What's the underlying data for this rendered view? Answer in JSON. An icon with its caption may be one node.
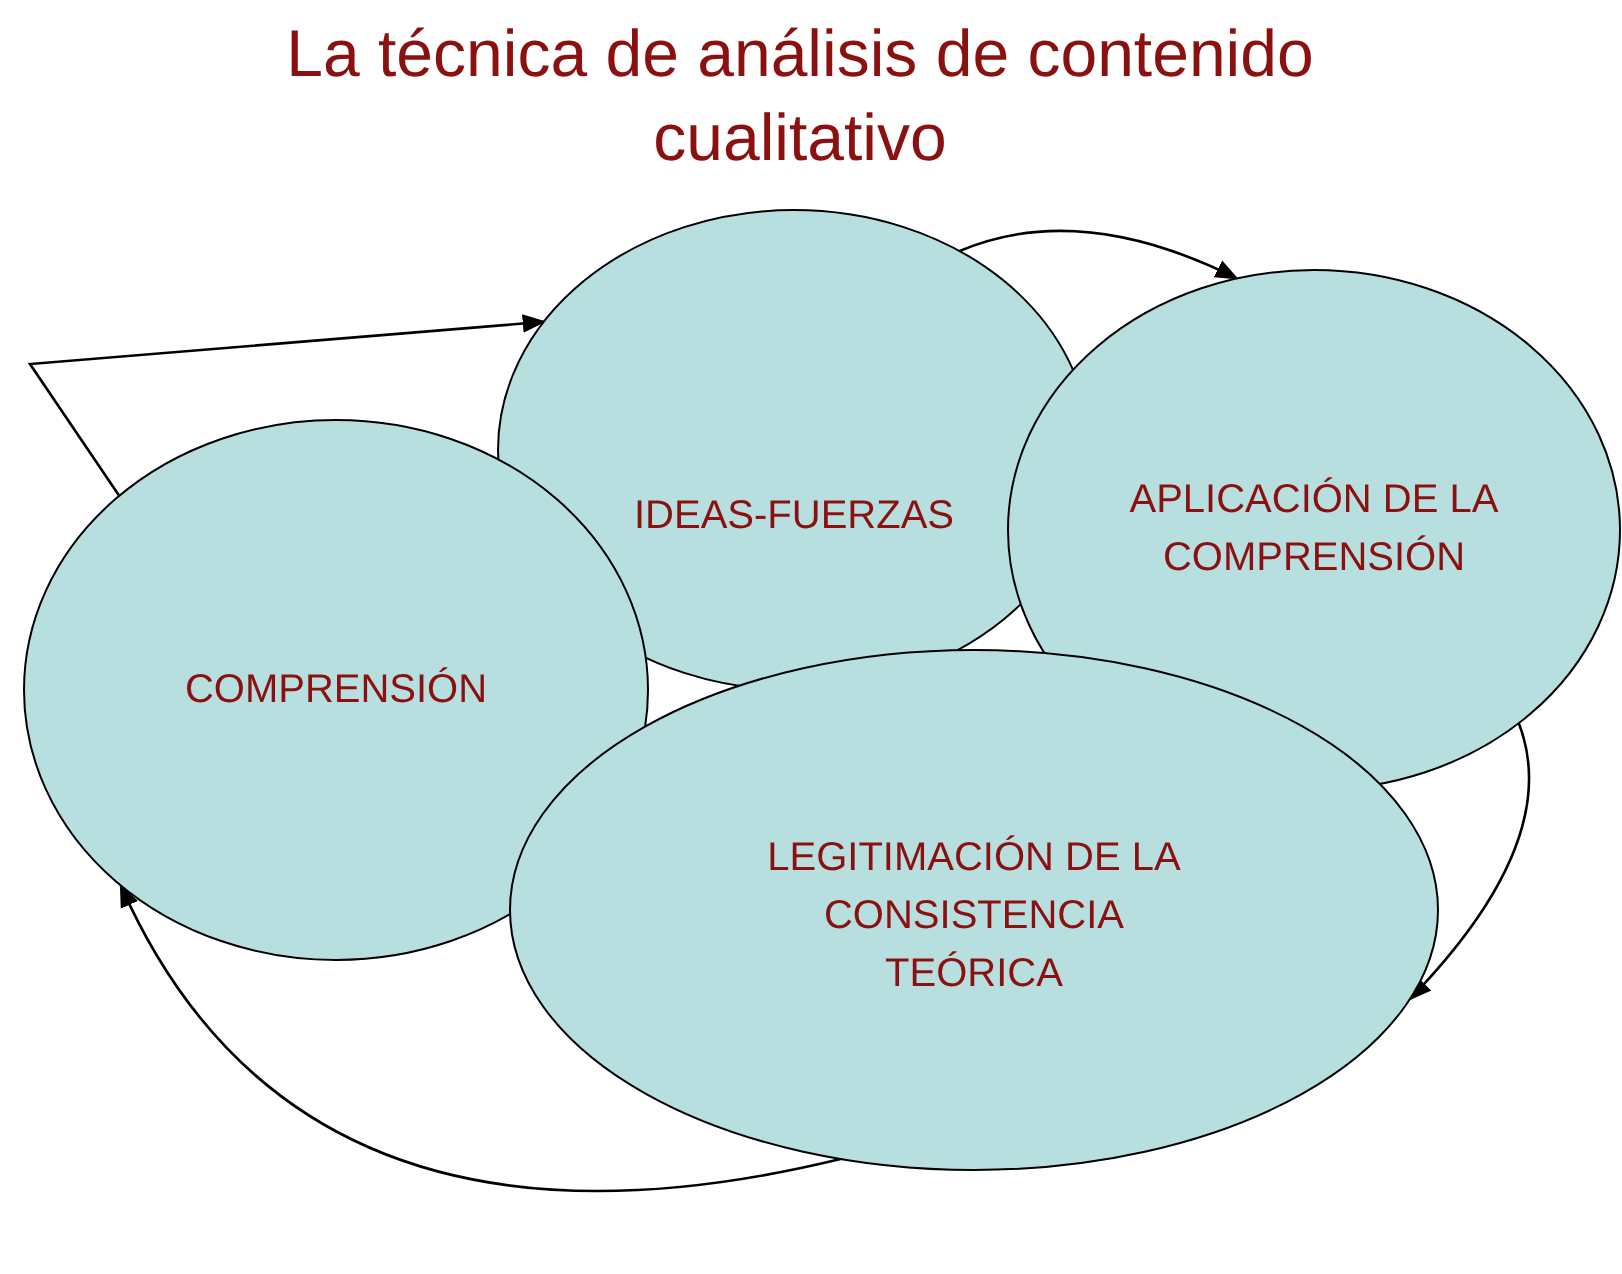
{
  "diagram": {
    "title": "La técnica de análisis de contenido cualitativo",
    "nodes": [
      {
        "text": [
          "IDEAS-FUERZAS"
        ]
      },
      {
        "text": [
          "APLICACIÓN DE LA COMPRENSIÓN"
        ]
      },
      {
        "text": [
          "COMPRENSIÓN"
        ]
      },
      {
        "text": [
          "LEGITIMACIÓN DE LA CONSISTENCIA TEÓRICA"
        ]
      }
    ],
    "edges": [
      {
        "from": 2,
        "to": 0,
        "arrow": "to"
      },
      {
        "from": 0,
        "to": 1,
        "arrow": "to"
      },
      {
        "from": 1,
        "to": 3,
        "arrow": "to"
      },
      {
        "from": 3,
        "to": 2,
        "arrow": "to"
      }
    ]
  }
}
